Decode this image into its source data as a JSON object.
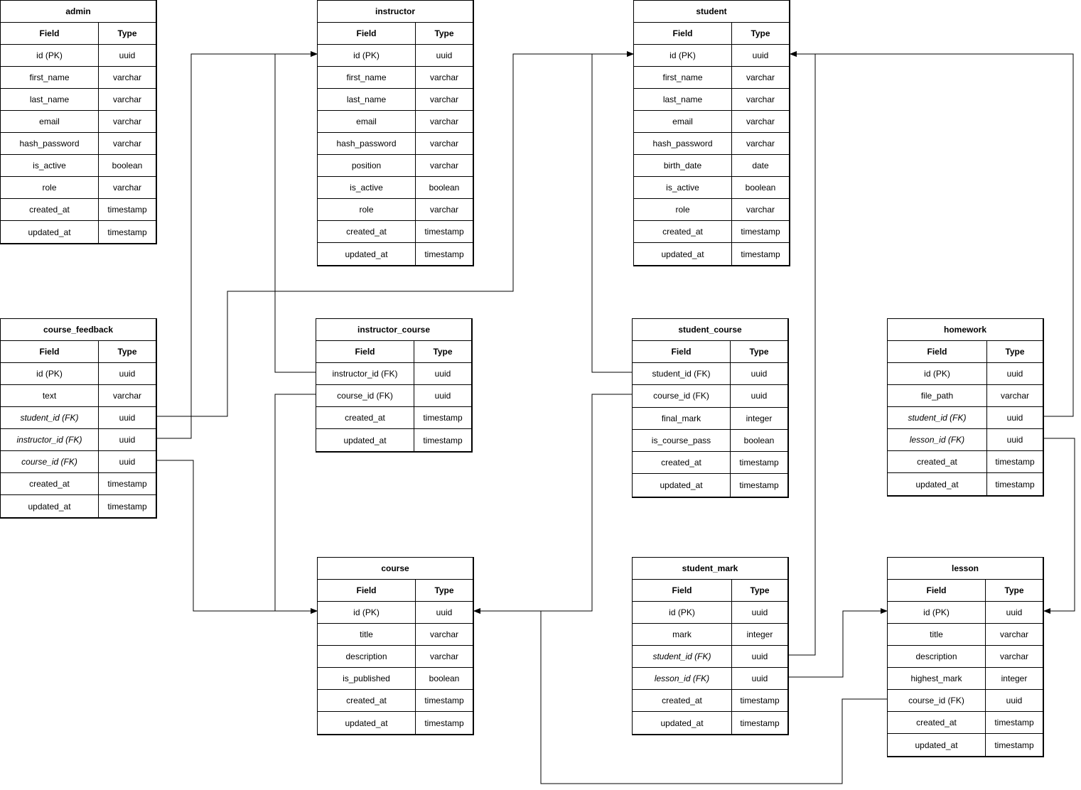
{
  "tables": [
    {
      "id": "admin",
      "title": "admin",
      "field_header": "Field",
      "type_header": "Type",
      "rows": [
        {
          "field": "id (PK)",
          "type": "uuid",
          "italic": false
        },
        {
          "field": "first_name",
          "type": "varchar",
          "italic": false
        },
        {
          "field": "last_name",
          "type": "varchar",
          "italic": false
        },
        {
          "field": "email",
          "type": "varchar",
          "italic": false
        },
        {
          "field": "hash_password",
          "type": "varchar",
          "italic": false
        },
        {
          "field": "is_active",
          "type": "boolean",
          "italic": false
        },
        {
          "field": "role",
          "type": "varchar",
          "italic": false
        },
        {
          "field": "created_at",
          "type": "timestamp",
          "italic": false
        },
        {
          "field": "updated_at",
          "type": "timestamp",
          "italic": false
        }
      ]
    },
    {
      "id": "instructor",
      "title": "instructor",
      "field_header": "Field",
      "type_header": "Type",
      "rows": [
        {
          "field": "id (PK)",
          "type": "uuid",
          "italic": false
        },
        {
          "field": "first_name",
          "type": "varchar",
          "italic": false
        },
        {
          "field": "last_name",
          "type": "varchar",
          "italic": false
        },
        {
          "field": "email",
          "type": "varchar",
          "italic": false
        },
        {
          "field": "hash_password",
          "type": "varchar",
          "italic": false
        },
        {
          "field": "position",
          "type": "varchar",
          "italic": false
        },
        {
          "field": "is_active",
          "type": "boolean",
          "italic": false
        },
        {
          "field": "role",
          "type": "varchar",
          "italic": false
        },
        {
          "field": "created_at",
          "type": "timestamp",
          "italic": false
        },
        {
          "field": "updated_at",
          "type": "timestamp",
          "italic": false
        }
      ]
    },
    {
      "id": "student",
      "title": "student",
      "field_header": "Field",
      "type_header": "Type",
      "rows": [
        {
          "field": "id (PK)",
          "type": "uuid",
          "italic": false
        },
        {
          "field": "first_name",
          "type": "varchar",
          "italic": false
        },
        {
          "field": "last_name",
          "type": "varchar",
          "italic": false
        },
        {
          "field": "email",
          "type": "varchar",
          "italic": false
        },
        {
          "field": "hash_password",
          "type": "varchar",
          "italic": false
        },
        {
          "field": "birth_date",
          "type": "date",
          "italic": false
        },
        {
          "field": "is_active",
          "type": "boolean",
          "italic": false
        },
        {
          "field": "role",
          "type": "varchar",
          "italic": false
        },
        {
          "field": "created_at",
          "type": "timestamp",
          "italic": false
        },
        {
          "field": "updated_at",
          "type": "timestamp",
          "italic": false
        }
      ]
    },
    {
      "id": "course_feedback",
      "title": "course_feedback",
      "field_header": "Field",
      "type_header": "Type",
      "rows": [
        {
          "field": "id (PK)",
          "type": "uuid",
          "italic": false
        },
        {
          "field": "text",
          "type": "varchar",
          "italic": false
        },
        {
          "field": "student_id (FK)",
          "type": "uuid",
          "italic": true
        },
        {
          "field": "instructor_id (FK)",
          "type": "uuid",
          "italic": true
        },
        {
          "field": "course_id (FK)",
          "type": "uuid",
          "italic": true
        },
        {
          "field": "created_at",
          "type": "timestamp",
          "italic": false
        },
        {
          "field": "updated_at",
          "type": "timestamp",
          "italic": false
        }
      ]
    },
    {
      "id": "instructor_course",
      "title": "instructor_course",
      "field_header": "Field",
      "type_header": "Type",
      "rows": [
        {
          "field": "instructor_id (FK)",
          "type": "uuid",
          "italic": false
        },
        {
          "field": "course_id (FK)",
          "type": "uuid",
          "italic": false
        },
        {
          "field": "created_at",
          "type": "timestamp",
          "italic": false
        },
        {
          "field": "updated_at",
          "type": "timestamp",
          "italic": false
        }
      ]
    },
    {
      "id": "student_course",
      "title": "student_course",
      "field_header": "Field",
      "type_header": "Type",
      "rows": [
        {
          "field": "student_id (FK)",
          "type": "uuid",
          "italic": false
        },
        {
          "field": "course_id (FK)",
          "type": "uuid",
          "italic": false
        },
        {
          "field": "final_mark",
          "type": "integer",
          "italic": false
        },
        {
          "field": "is_course_pass",
          "type": "boolean",
          "italic": false
        },
        {
          "field": "created_at",
          "type": "timestamp",
          "italic": false
        },
        {
          "field": "updated_at",
          "type": "timestamp",
          "italic": false
        }
      ]
    },
    {
      "id": "homework",
      "title": "homework",
      "field_header": "Field",
      "type_header": "Type",
      "rows": [
        {
          "field": "id (PK)",
          "type": "uuid",
          "italic": false
        },
        {
          "field": "file_path",
          "type": "varchar",
          "italic": false
        },
        {
          "field": "student_id (FK)",
          "type": "uuid",
          "italic": true
        },
        {
          "field": "lesson_id (FK)",
          "type": "uuid",
          "italic": true
        },
        {
          "field": "created_at",
          "type": "timestamp",
          "italic": false
        },
        {
          "field": "updated_at",
          "type": "timestamp",
          "italic": false
        }
      ]
    },
    {
      "id": "course",
      "title": "course",
      "field_header": "Field",
      "type_header": "Type",
      "rows": [
        {
          "field": "id (PK)",
          "type": "uuid",
          "italic": false
        },
        {
          "field": "title",
          "type": "varchar",
          "italic": false
        },
        {
          "field": "description",
          "type": "varchar",
          "italic": false
        },
        {
          "field": "is_published",
          "type": "boolean",
          "italic": false
        },
        {
          "field": "created_at",
          "type": "timestamp",
          "italic": false
        },
        {
          "field": "updated_at",
          "type": "timestamp",
          "italic": false
        }
      ]
    },
    {
      "id": "student_mark",
      "title": "student_mark",
      "field_header": "Field",
      "type_header": "Type",
      "rows": [
        {
          "field": "id (PK)",
          "type": "uuid",
          "italic": false
        },
        {
          "field": "mark",
          "type": "integer",
          "italic": false
        },
        {
          "field": "student_id (FK)",
          "type": "uuid",
          "italic": true
        },
        {
          "field": "lesson_id (FK)",
          "type": "uuid",
          "italic": true
        },
        {
          "field": "created_at",
          "type": "timestamp",
          "italic": false
        },
        {
          "field": "updated_at",
          "type": "timestamp",
          "italic": false
        }
      ]
    },
    {
      "id": "lesson",
      "title": "lesson",
      "field_header": "Field",
      "type_header": "Type",
      "rows": [
        {
          "field": "id (PK)",
          "type": "uuid",
          "italic": false
        },
        {
          "field": "title",
          "type": "varchar",
          "italic": false
        },
        {
          "field": "description",
          "type": "varchar",
          "italic": false
        },
        {
          "field": "highest_mark",
          "type": "integer",
          "italic": false
        },
        {
          "field": "course_id (FK)",
          "type": "uuid",
          "italic": false
        },
        {
          "field": "created_at",
          "type": "timestamp",
          "italic": false
        },
        {
          "field": "updated_at",
          "type": "timestamp",
          "italic": false
        }
      ]
    }
  ],
  "relationships": [
    {
      "from": "course_feedback.student_id (FK)",
      "to": "student.id (PK)"
    },
    {
      "from": "course_feedback.instructor_id (FK)",
      "to": "instructor.id (PK)"
    },
    {
      "from": "course_feedback.course_id (FK)",
      "to": "course.id (PK)"
    },
    {
      "from": "instructor_course.instructor_id (FK)",
      "to": "instructor.id (PK)"
    },
    {
      "from": "instructor_course.course_id (FK)",
      "to": "course.id (PK)"
    },
    {
      "from": "student_course.student_id (FK)",
      "to": "student.id (PK)"
    },
    {
      "from": "student_course.course_id (FK)",
      "to": "course.id (PK)"
    },
    {
      "from": "homework.student_id (FK)",
      "to": "student.id (PK)"
    },
    {
      "from": "homework.lesson_id (FK)",
      "to": "lesson.id (PK)"
    },
    {
      "from": "student_mark.student_id (FK)",
      "to": "student.id (PK)"
    },
    {
      "from": "student_mark.lesson_id (FK)",
      "to": "lesson.id (PK)"
    },
    {
      "from": "lesson.course_id (FK)",
      "to": "course.id (PK)"
    }
  ]
}
